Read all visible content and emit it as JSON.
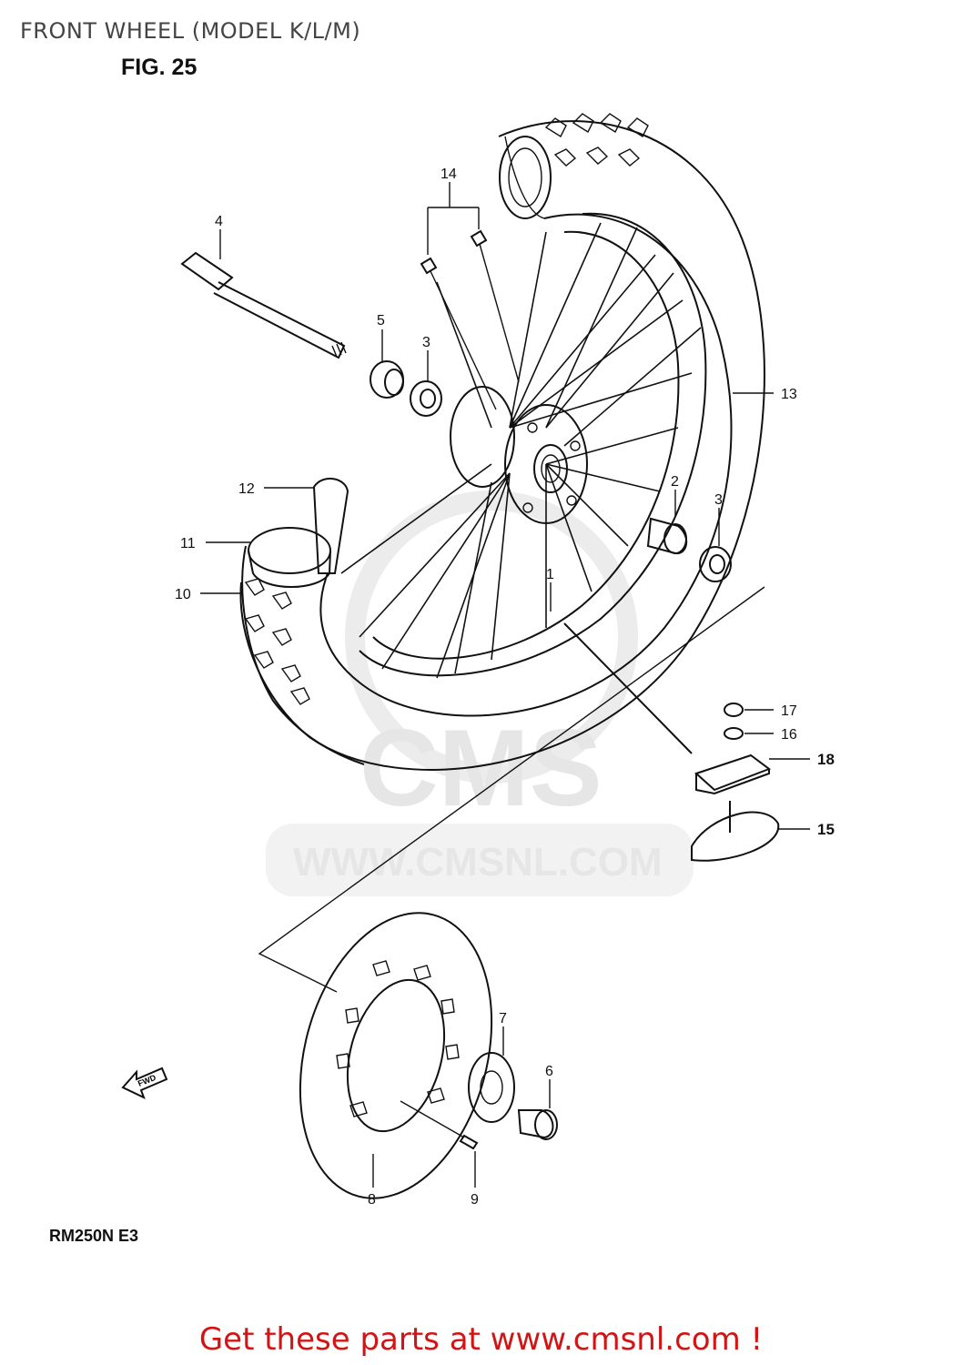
{
  "header": {
    "title": "FRONT WHEEL (MODEL K/L/M)",
    "figure_label": "FIG. 25"
  },
  "watermark": {
    "brand": "CMS",
    "url": "WWW.CMSNL.COM"
  },
  "callouts": [
    {
      "id": "c1",
      "label": "1"
    },
    {
      "id": "c2",
      "label": "2"
    },
    {
      "id": "c3a",
      "label": "3"
    },
    {
      "id": "c3b",
      "label": "3"
    },
    {
      "id": "c4",
      "label": "4"
    },
    {
      "id": "c5",
      "label": "5"
    },
    {
      "id": "c6",
      "label": "6"
    },
    {
      "id": "c7",
      "label": "7"
    },
    {
      "id": "c8",
      "label": "8"
    },
    {
      "id": "c9",
      "label": "9"
    },
    {
      "id": "c10",
      "label": "10"
    },
    {
      "id": "c11",
      "label": "11"
    },
    {
      "id": "c12",
      "label": "12"
    },
    {
      "id": "c13",
      "label": "13"
    },
    {
      "id": "c14",
      "label": "14"
    },
    {
      "id": "c15",
      "label": "15"
    },
    {
      "id": "c16",
      "label": "16"
    },
    {
      "id": "c17",
      "label": "17"
    },
    {
      "id": "c18",
      "label": "18"
    }
  ],
  "direction_marker": "FWD",
  "model_code": "RM250N E3",
  "footer": {
    "cta": "Get these parts at www.cmsnl.com !"
  }
}
